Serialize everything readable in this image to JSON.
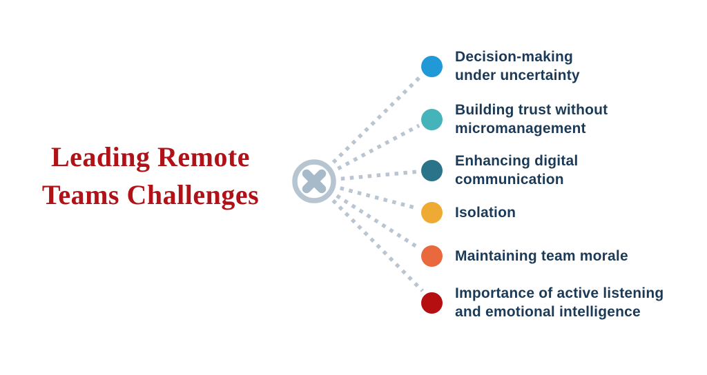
{
  "title": {
    "text": "Leading Remote\nTeams Challenges"
  },
  "colors": {
    "background": "#ffffff",
    "title": "#b01217",
    "label": "#1b3a57",
    "connector": "#b9c6d2",
    "center_ring": "#b6c5d1",
    "center_x": "#a6bac9"
  },
  "center": {
    "icon": "x-mark"
  },
  "items": [
    {
      "label": "Decision-making\nunder uncertainty",
      "dot_color": "#2199d6"
    },
    {
      "label": "Building trust without\nmicromanagement",
      "dot_color": "#44b3ba"
    },
    {
      "label": "Enhancing digital\ncommunication",
      "dot_color": "#2a7389"
    },
    {
      "label": "Isolation",
      "dot_color": "#eeaa32"
    },
    {
      "label": "Maintaining team morale",
      "dot_color": "#e9683c"
    },
    {
      "label": "Importance of active listening\nand emotional intelligence",
      "dot_color": "#b50f12"
    }
  ]
}
